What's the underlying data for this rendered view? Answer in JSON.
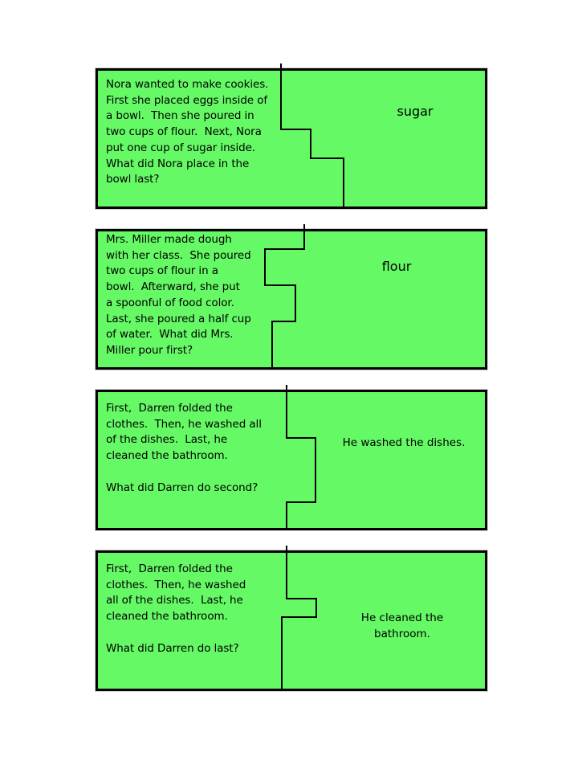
{
  "document": {
    "type": "sequencing-story-puzzle-worksheet",
    "background_color": "#ffffff"
  },
  "colors": {
    "card_fill": "#65fa65",
    "card_border": "#000000",
    "text": "#000000"
  },
  "cards": [
    {
      "question": "Nora wanted to make cookies.\nFirst she placed eggs inside of\na bowl.  Then she poured in\ntwo cups of flour.  Next, Nora\nput one cup of sugar inside.\nWhat did Nora place in the\nbowl last?",
      "answer": "sugar"
    },
    {
      "question": "Mrs. Miller made dough\nwith her class.  She poured\ntwo cups of flour in a\nbowl.  Afterward, she put\na spoonful of food color.\nLast, she poured a half cup\nof water.  What did Mrs.\nMiller pour first?",
      "answer": "flour"
    },
    {
      "question": "First,  Darren folded the\nclothes.  Then, he washed all\nof the dishes.  Last, he\ncleaned the bathroom.\n\nWhat did Darren do second?",
      "answer": "He washed the dishes."
    },
    {
      "question": "First,  Darren folded the\nclothes.  Then, he washed\nall of the dishes.  Last, he\ncleaned the bathroom.\n\nWhat did Darren do last?",
      "answer": "He cleaned the\nbathroom."
    }
  ]
}
